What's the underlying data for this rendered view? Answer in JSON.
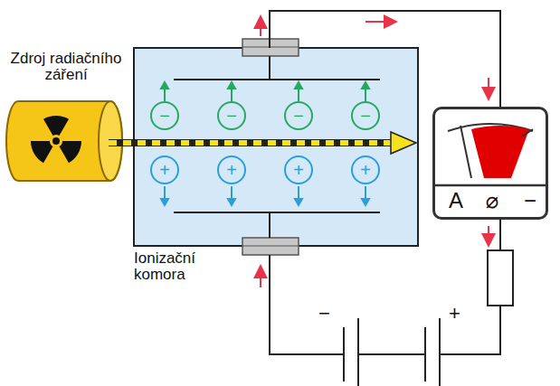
{
  "diagram": {
    "nodes": [
      {
        "text": [
          "Zdroj radiačního záření"
        ]
      },
      {
        "text": [
          "Ionizační komora"
        ]
      },
      {
        "text": [
          "−"
        ],
        "in": 1
      },
      {
        "text": [
          "−"
        ],
        "in": 1
      },
      {
        "text": [
          "−"
        ],
        "in": 1
      },
      {
        "text": [
          "−"
        ],
        "in": 1
      },
      {
        "text": [
          "+"
        ],
        "in": 1
      },
      {
        "text": [
          "+"
        ],
        "in": 1
      },
      {
        "text": [
          "+"
        ],
        "in": 1
      },
      {
        "text": [
          "+"
        ],
        "in": 1
      },
      {
        "text": [
          "A",
          "⌀",
          "−"
        ]
      }
    ],
    "edges": [
      {
        "from": 1,
        "to": 10,
        "arrow": "none"
      }
    ],
    "labels": [
      "−",
      "+"
    ]
  }
}
